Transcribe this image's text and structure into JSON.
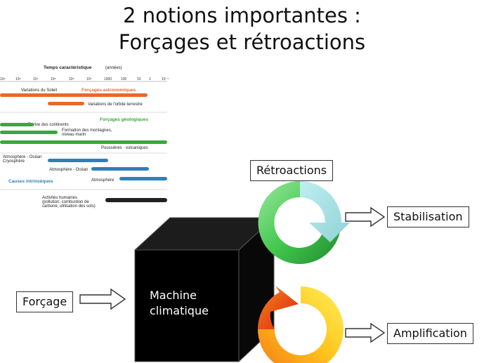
{
  "title": {
    "line1": "2 notions importantes :",
    "line2": "Forçages et rétroactions"
  },
  "labels": {
    "retroactions": "Rétroactions",
    "stabilisation": "Stabilisation",
    "forcage": "Forçage",
    "amplification": "Amplification",
    "machine_line1": "Machine",
    "machine_line2": "climatique"
  },
  "timescale_chart": {
    "title": "Temps caractéristique",
    "title_unit": "(années)",
    "ticks": [
      "10⁹",
      "10⁸",
      "10⁷",
      "10⁶",
      "10⁵",
      "10⁴",
      "1000",
      "100",
      "10",
      "1",
      "10⁻¹"
    ],
    "sections": [
      {
        "name": "Forçages astronomiques",
        "color": "#e8692c"
      },
      {
        "name": "Forçages géologiques",
        "color": "#3aa83a"
      },
      {
        "name": "Causes intrinsèques",
        "color": "#2f7fb8"
      }
    ],
    "bar_labels": {
      "soleil": "Variations du Soleil",
      "orbite": "Variations de l'orbite terrestre",
      "derive": "Dérive des continents",
      "montagnes_1": "Formation des montagnes,",
      "montagnes_2": "niveau marin",
      "volcan": "Poussières · volcaniques",
      "atm_ocean_1": "Atmosphère - Océan",
      "atm_ocean_2": "Cryosphère",
      "atm_ocean_b": "Atmosphère - Océan",
      "atm": "Atmosphère",
      "humain_1": "Activités humaines",
      "humain_2": "(pollution, combustion de",
      "humain_3": "carbone, utilisation des sols)"
    }
  },
  "colors": {
    "orange": "#e8692c",
    "green": "#3aa83a",
    "blue": "#2f7fb8",
    "black": "#222222",
    "cube": "#000000",
    "feedback_cycle_top": "#3cc04a",
    "feedback_cycle_bottom": "#f5a623"
  }
}
